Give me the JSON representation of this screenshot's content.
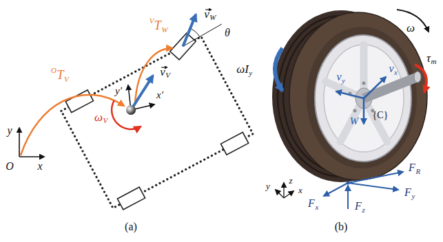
{
  "diagram": {
    "labels": [
      "O",
      "x",
      "y",
      "O",
      "T",
      "V",
      "V",
      "T",
      "W",
      "v",
      "V",
      "v",
      "W",
      "θ",
      "y′",
      "x′",
      "ω",
      "V",
      "(a)",
      "ω",
      "ω̇I",
      "y",
      "v",
      "y",
      "v",
      "x",
      "{C}",
      "W",
      "τ",
      "m",
      "F",
      "R",
      "F",
      "y",
      "F",
      "x",
      "F",
      "z",
      "z",
      "y",
      "x",
      "(b)"
    ]
  }
}
